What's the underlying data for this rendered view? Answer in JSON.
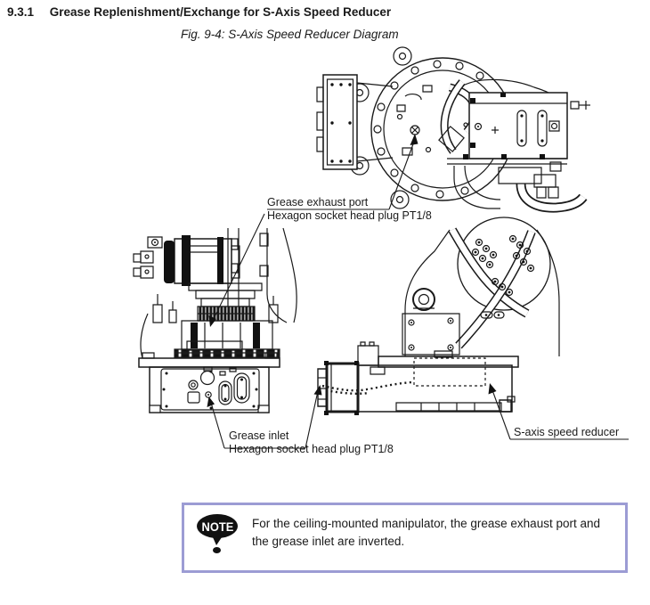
{
  "page": {
    "section_number": "9.3.1",
    "section_title": "Grease Replenishment/Exchange for S-Axis Speed Reducer",
    "figure_caption": "Fig. 9-4: S-Axis Speed Reducer Diagram"
  },
  "diagram": {
    "labels": {
      "grease_exhaust_port": {
        "title": "Grease exhaust port",
        "subtitle": "Hexagon socket head plug PT1/8"
      },
      "grease_inlet": {
        "title": "Grease inlet",
        "subtitle": "Hexagon socket head plug PT1/8"
      },
      "s_axis_speed_reducer": "S-axis speed reducer"
    }
  },
  "note": {
    "badge": "NOTE",
    "text": "For the ceiling-mounted manipulator, the grease exhaust port and the grease inlet are inverted.",
    "border_color": "#9c9cd4"
  }
}
